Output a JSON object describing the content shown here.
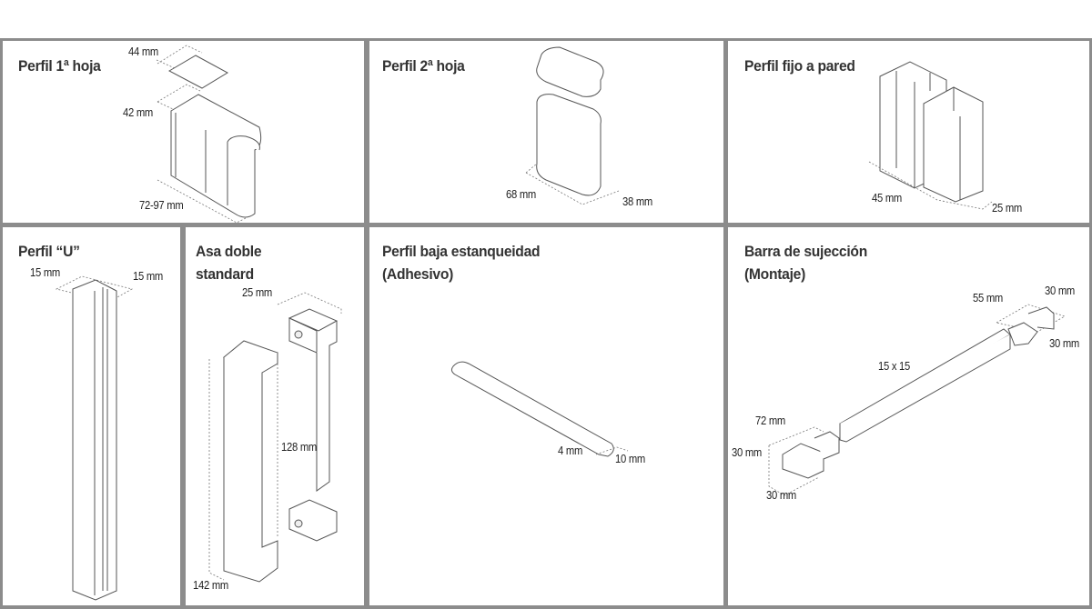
{
  "panels": [
    {
      "title": "Perfil 1ª hoja",
      "dims": [
        "44 mm",
        "42 mm",
        "72-97 mm"
      ]
    },
    {
      "title": "Perfil 2ª hoja",
      "dims": [
        "68 mm",
        "38 mm"
      ]
    },
    {
      "title": "Perfil fijo a pared",
      "dims": [
        "45 mm",
        "25 mm"
      ]
    },
    {
      "title": "Perfil “U”",
      "dims": [
        "15 mm",
        "15 mm"
      ]
    },
    {
      "title_lines": [
        "Asa doble",
        "standard"
      ],
      "dims": [
        "25 mm",
        "128 mm",
        "142 mm"
      ]
    },
    {
      "title_lines": [
        "Perfil baja estanqueidad",
        "(Adhesivo)"
      ],
      "dims": [
        "4 mm",
        "10 mm"
      ]
    },
    {
      "title_lines": [
        "Barra de sujección",
        "(Montaje)"
      ],
      "dims": [
        "55 mm",
        "30 mm",
        "30 mm",
        "15 x 15",
        "72 mm",
        "30 mm",
        "30 mm"
      ]
    }
  ]
}
